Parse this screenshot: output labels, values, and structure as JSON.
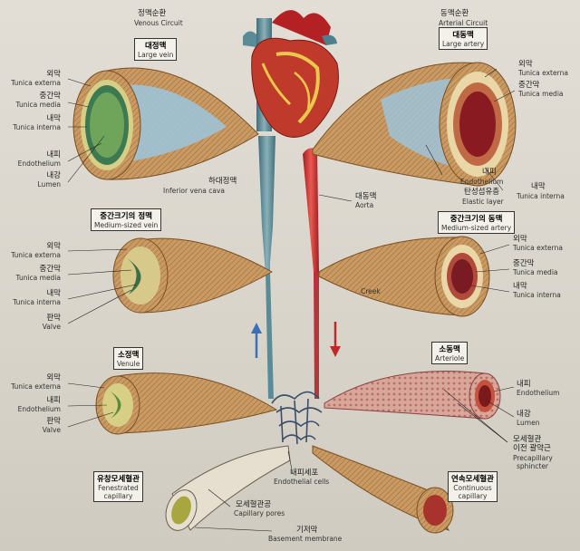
{
  "venous_circuit": {
    "ko": "정맥순환",
    "en": "Venous Circuit"
  },
  "arterial_circuit": {
    "ko": "동맥순환",
    "en": "Arterial Circuit"
  },
  "large_vein": {
    "ko": "대정맥",
    "en": "Large vein"
  },
  "large_artery": {
    "ko": "대동맥",
    "en": "Large artery"
  },
  "medium_vein": {
    "ko": "중간크기의 정맥",
    "en": "Medium-sized vein"
  },
  "medium_artery": {
    "ko": "중간크기의 동맥",
    "en": "Medium-sized artery"
  },
  "venule": {
    "ko": "소정맥",
    "en": "Venule"
  },
  "arteriole": {
    "ko": "소동맥",
    "en": "Arteriole"
  },
  "fenestrated": {
    "ko": "유창모세혈관",
    "en1": "Fenestrated",
    "en2": "capillary"
  },
  "continuous": {
    "ko": "연속모세혈관",
    "en1": "Continuous",
    "en2": "capillary"
  },
  "labels": {
    "lv_ext": {
      "ko": "외막",
      "en": "Tunica externa"
    },
    "lv_med": {
      "ko": "중간막",
      "en": "Tunica media"
    },
    "lv_int": {
      "ko": "내막",
      "en": "Tunica interna"
    },
    "lv_endo": {
      "ko": "내피",
      "en": "Endothelium"
    },
    "lv_lumen": {
      "ko": "내강",
      "en": "Lumen"
    },
    "ivc": {
      "ko": "하대정맥",
      "en": "Inferior vena cava"
    },
    "la_ext": {
      "ko": "외막",
      "en": "Tunica externa"
    },
    "la_med": {
      "ko": "중간막",
      "en": "Tunica media"
    },
    "la_endo": {
      "ko": "내피",
      "en": "Endothelium"
    },
    "la_elastic": {
      "ko": "탄성섬유층",
      "en": "Elastic layer"
    },
    "la_int": {
      "ko": "내막",
      "en": "Tunica interna"
    },
    "aorta": {
      "ko": "대동맥",
      "en": "Aorta"
    },
    "mv_ext": {
      "ko": "외막",
      "en": "Tunica externa"
    },
    "mv_med": {
      "ko": "중간막",
      "en": "Tunica media"
    },
    "mv_int": {
      "ko": "내막",
      "en": "Tunica interna"
    },
    "mv_valve": {
      "ko": "판막",
      "en": "Valve"
    },
    "ma_ext": {
      "ko": "외막",
      "en": "Tunica externa"
    },
    "ma_med": {
      "ko": "중간막",
      "en": "Tunica media"
    },
    "ma_int": {
      "ko": "내막",
      "en": "Tunica interna"
    },
    "creek": {
      "en": "Creek"
    },
    "vn_ext": {
      "ko": "외막",
      "en": "Tunica externa"
    },
    "vn_endo": {
      "ko": "내피",
      "en": "Endothelium"
    },
    "vn_valve": {
      "ko": "판막",
      "en": "Valve"
    },
    "ar_endo": {
      "ko": "내피",
      "en": "Endothelium"
    },
    "ar_lumen": {
      "ko": "내강",
      "en": "Lumen"
    },
    "ar_sph": {
      "ko": "모세혈관",
      "ko2": "이전 괄약근",
      "en": "Precapillary",
      "en2": "sphincter"
    },
    "endo_cells": {
      "ko": "내피세포",
      "en": "Endothelial cells"
    },
    "cap_pores": {
      "ko": "모세혈관공",
      "en": "Capillary pores"
    },
    "basement": {
      "ko": "기저막",
      "en": "Basement membrane"
    }
  },
  "colors": {
    "vein": "#4f7f8c",
    "artery": "#c8282c",
    "tissue": "#c8935a",
    "blue_arrow": "#3b6fb8",
    "red_arrow": "#c02828"
  }
}
